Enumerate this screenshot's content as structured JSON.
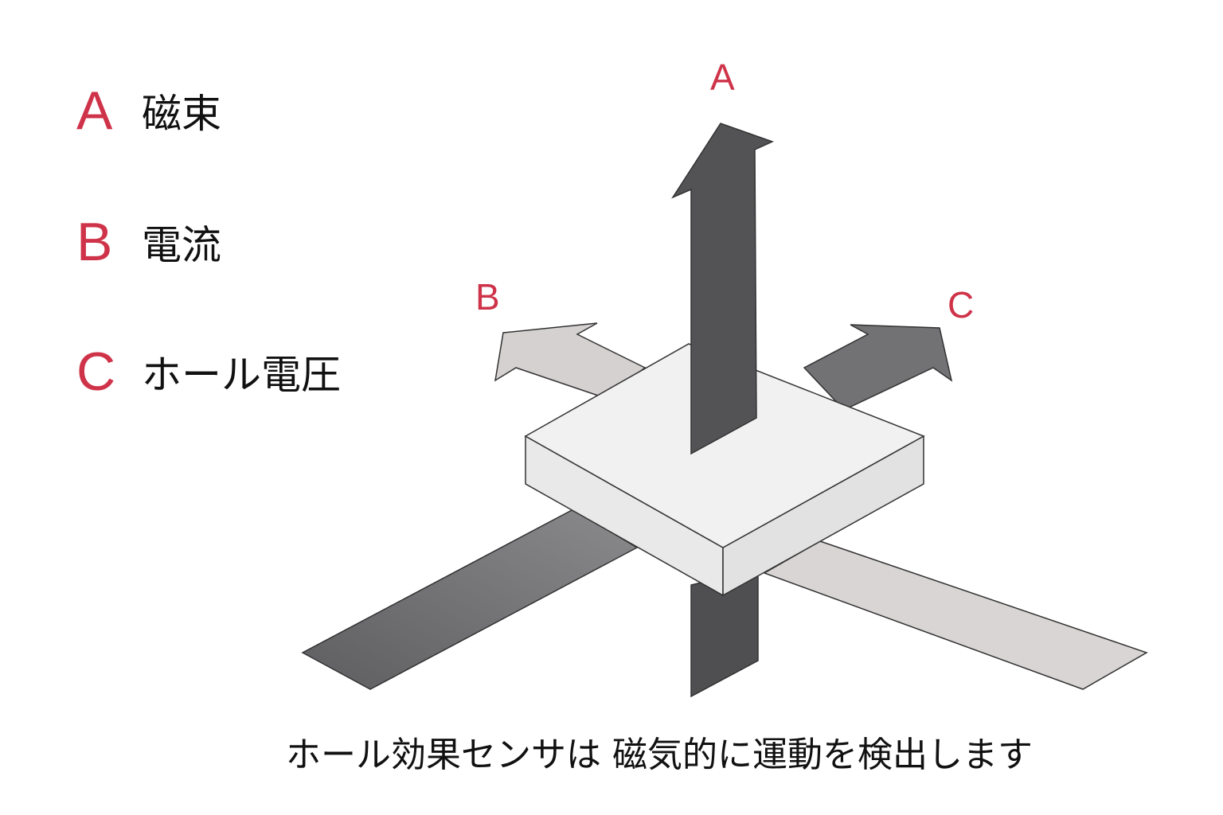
{
  "legend": [
    {
      "letter": "A",
      "text": "磁束"
    },
    {
      "letter": "B",
      "text": "電流"
    },
    {
      "letter": "C",
      "text": "ホール電圧"
    }
  ],
  "labels": {
    "a": "A",
    "b": "B",
    "c": "C"
  },
  "caption": "ホール効果センサは 磁気的に運動を検出します",
  "colors": {
    "accent": "#cf3349",
    "flux": "#535356",
    "current": "#d4d1d0",
    "voltage": "#6c6c6f",
    "block_top": "#f1f1f1",
    "block_side": "#e6e6e6"
  }
}
